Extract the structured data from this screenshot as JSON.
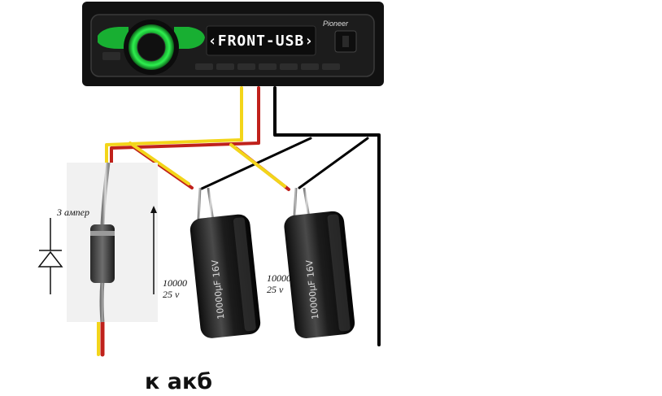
{
  "head_unit": {
    "brand": "Pioneer",
    "display_text": "‹FRONT-USB›",
    "knob_color": "#1bd13a"
  },
  "diode": {
    "rating": "3 ампер"
  },
  "capacitors": [
    {
      "label_line1": "10000",
      "label_line2": "25 v",
      "body_text": "10000µF 16V"
    },
    {
      "label_line1": "10000",
      "label_line2": "25 v",
      "body_text": "10000µF 16V"
    }
  ],
  "caption": "к акб",
  "colors": {
    "positive_wire": "#c0211b",
    "acc_wire": "#f3d51a",
    "ground_wire": "#000000"
  }
}
